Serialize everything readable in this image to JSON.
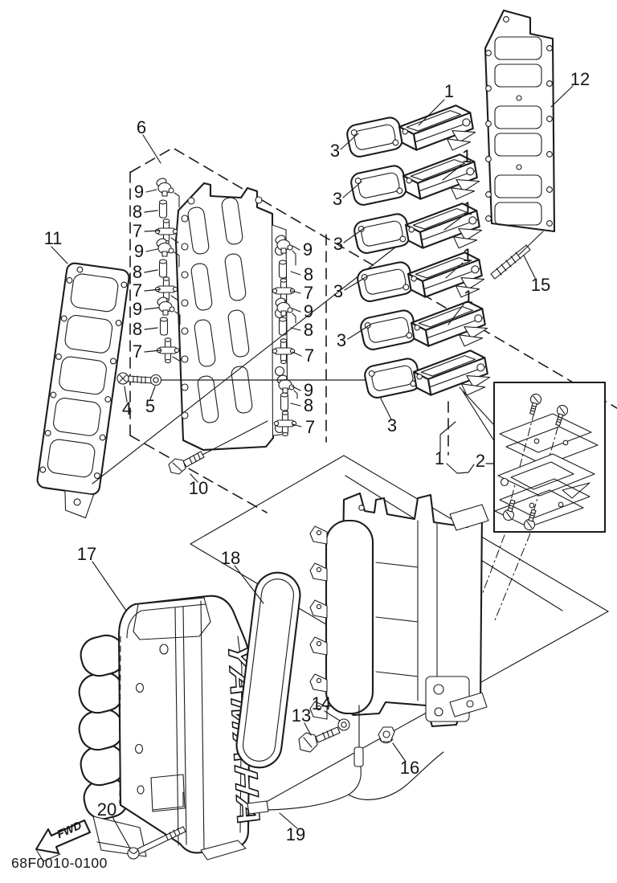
{
  "diagram": {
    "part_code": "68F0010-0100",
    "fwd_label": "FWD",
    "brand": "YAMAHA",
    "line_color": "#1c1c1c",
    "bg_color": "#ffffff",
    "callouts": [
      {
        "part": "6",
        "text": "6"
      },
      {
        "part": "11",
        "text": "11"
      },
      {
        "part": "12",
        "text": "12"
      },
      {
        "part": "15",
        "text": "15"
      },
      {
        "part": "4",
        "text": "4"
      },
      {
        "part": "5",
        "text": "5"
      },
      {
        "part": "10",
        "text": "10"
      },
      {
        "part": "17",
        "text": "17"
      },
      {
        "part": "18",
        "text": "18"
      },
      {
        "part": "13",
        "text": "13"
      },
      {
        "part": "14",
        "text": "14"
      },
      {
        "part": "16",
        "text": "16"
      },
      {
        "part": "19",
        "text": "19"
      },
      {
        "part": "20",
        "text": "20"
      },
      {
        "part": "1",
        "text": "1"
      },
      {
        "part": "2",
        "text": "2"
      },
      {
        "part": "3",
        "text": "3"
      },
      {
        "part": "3",
        "text": "3"
      },
      {
        "part": "3",
        "text": "3"
      },
      {
        "part": "3",
        "text": "3"
      },
      {
        "part": "3",
        "text": "3"
      },
      {
        "part": "3",
        "text": "3"
      },
      {
        "part": "1",
        "text": "1"
      },
      {
        "part": "1",
        "text": "1"
      },
      {
        "part": "1",
        "text": "1"
      },
      {
        "part": "1",
        "text": "1"
      },
      {
        "part": "1",
        "text": "1"
      },
      {
        "part": "9",
        "text": "9"
      },
      {
        "part": "8",
        "text": "8"
      },
      {
        "part": "7",
        "text": "7"
      },
      {
        "part": "9",
        "text": "9"
      },
      {
        "part": "8",
        "text": "8"
      },
      {
        "part": "7",
        "text": "7"
      },
      {
        "part": "9",
        "text": "9"
      },
      {
        "part": "8",
        "text": "8"
      },
      {
        "part": "7",
        "text": "7"
      },
      {
        "part": "9",
        "text": "9"
      },
      {
        "part": "8",
        "text": "8"
      },
      {
        "part": "7",
        "text": "7"
      },
      {
        "part": "9",
        "text": "9"
      },
      {
        "part": "8",
        "text": "8"
      },
      {
        "part": "7",
        "text": "7"
      },
      {
        "part": "9",
        "text": "9"
      },
      {
        "part": "8",
        "text": "8"
      },
      {
        "part": "7",
        "text": "7"
      }
    ]
  }
}
